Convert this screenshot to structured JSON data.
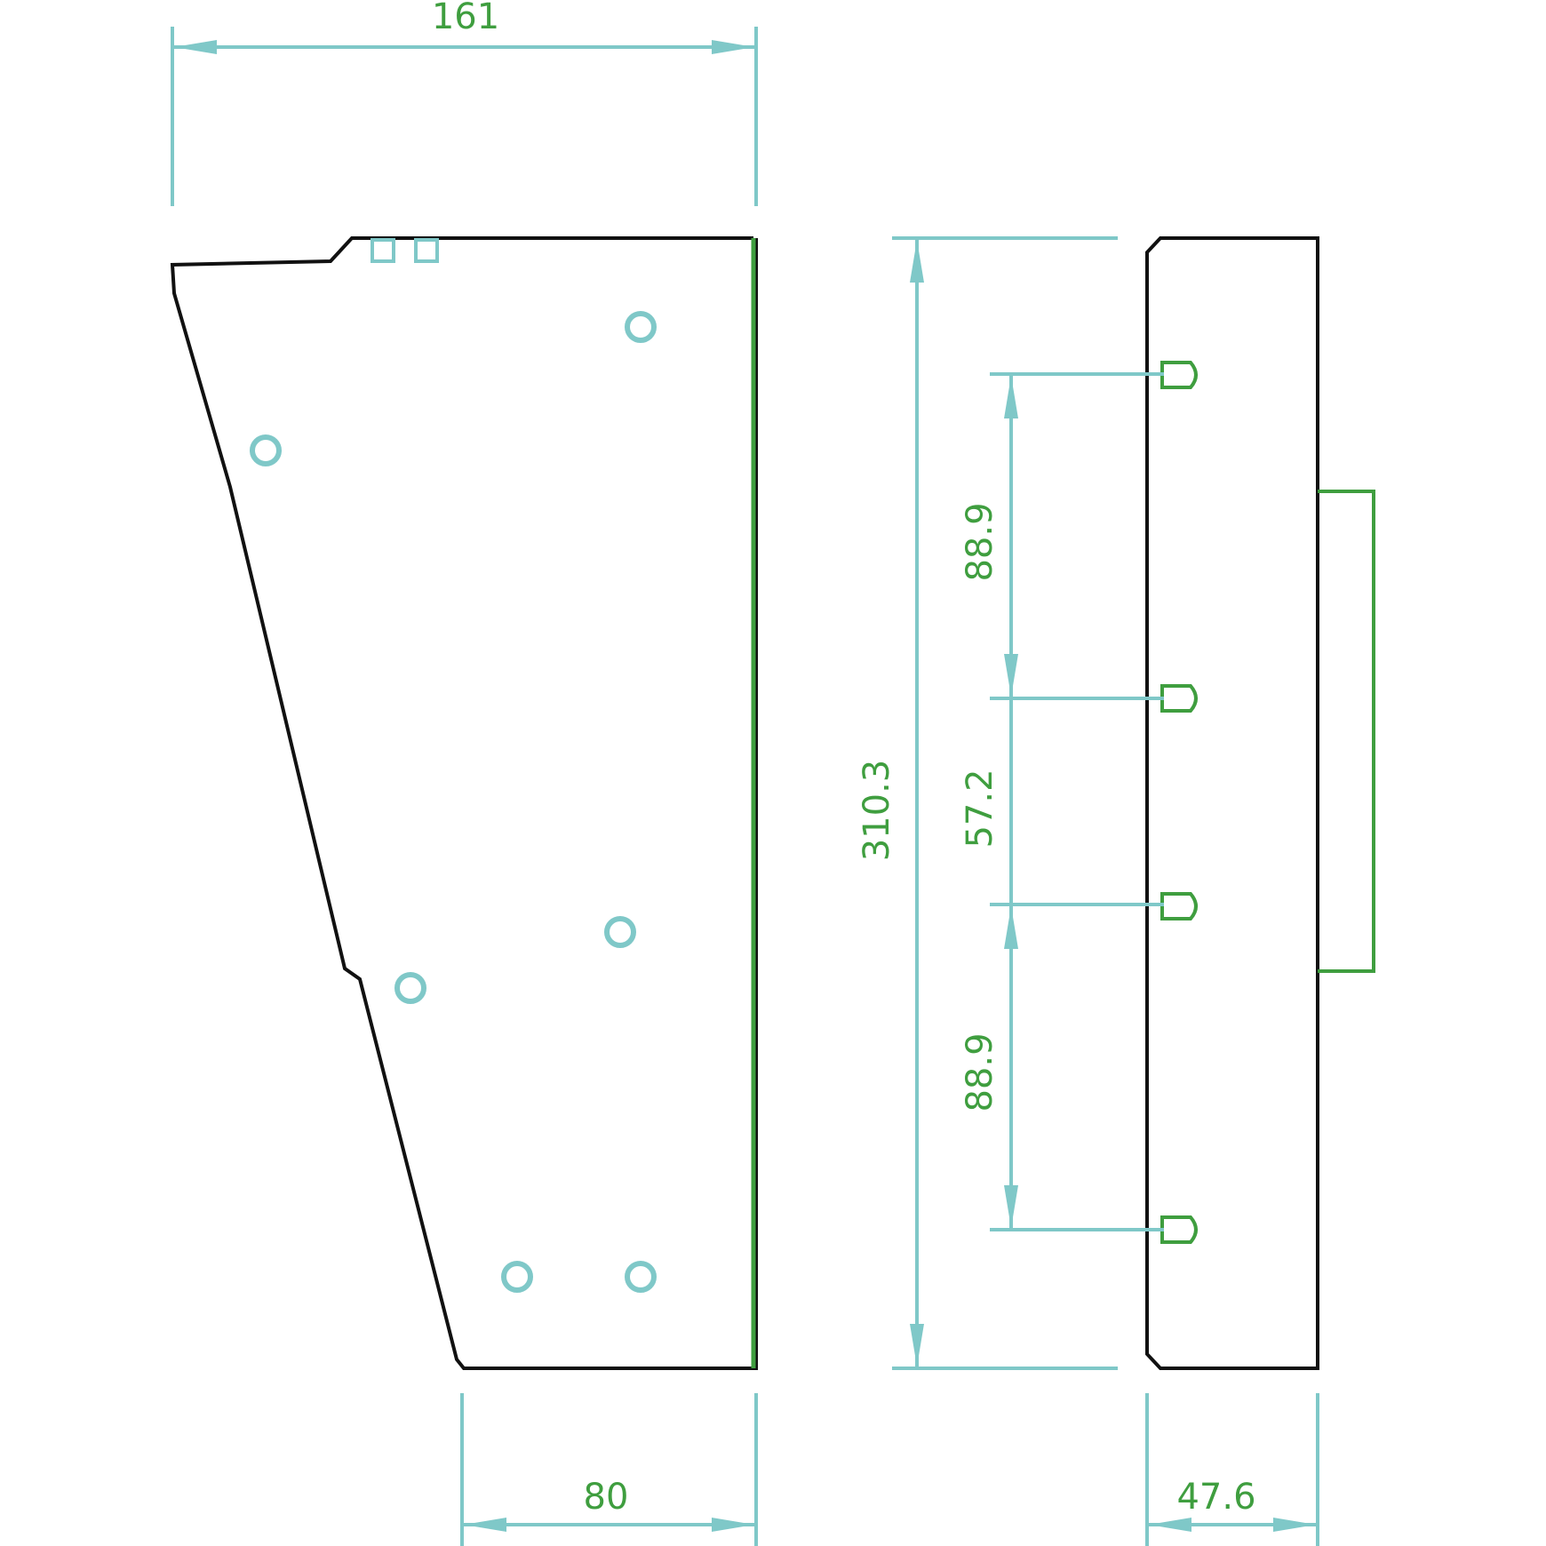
{
  "colors": {
    "outline": "#111111",
    "dimension": "#7fc8c8",
    "text": "#3f9e3f",
    "accent_green": "#3f9e3f",
    "background": "#ffffff"
  },
  "dimensions": {
    "top_width": "161",
    "bottom_width": "80",
    "overall_height": "310.3",
    "upper_spacing": "88.9",
    "middle_spacing": "57.2",
    "lower_spacing": "88.9",
    "side_width": "47.6"
  }
}
